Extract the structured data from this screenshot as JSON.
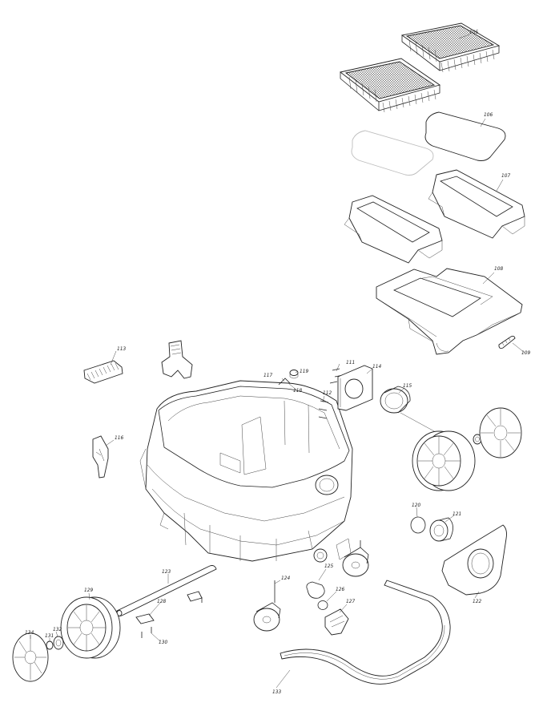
{
  "diagram": {
    "parts": [
      {
        "id": "p105",
        "label": "105"
      },
      {
        "id": "p106",
        "label": "106"
      },
      {
        "id": "p107",
        "label": "107"
      },
      {
        "id": "p108",
        "label": "108"
      },
      {
        "id": "p109",
        "label": "109"
      },
      {
        "id": "p111",
        "label": "111"
      },
      {
        "id": "p112",
        "label": "112"
      },
      {
        "id": "p113",
        "label": "113"
      },
      {
        "id": "p114",
        "label": "114"
      },
      {
        "id": "p115",
        "label": "115"
      },
      {
        "id": "p116",
        "label": "116"
      },
      {
        "id": "p117",
        "label": "117"
      },
      {
        "id": "p118",
        "label": "118"
      },
      {
        "id": "p119",
        "label": "119"
      },
      {
        "id": "p120",
        "label": "120"
      },
      {
        "id": "p121",
        "label": "121"
      },
      {
        "id": "p122",
        "label": "122"
      },
      {
        "id": "p123",
        "label": "123"
      },
      {
        "id": "p124",
        "label": "124"
      },
      {
        "id": "p125",
        "label": "125"
      },
      {
        "id": "p126",
        "label": "126"
      },
      {
        "id": "p127",
        "label": "127"
      },
      {
        "id": "p128",
        "label": "128"
      },
      {
        "id": "p129",
        "label": "129"
      },
      {
        "id": "p130",
        "label": "130"
      },
      {
        "id": "p131",
        "label": "131"
      },
      {
        "id": "p132",
        "label": "132"
      },
      {
        "id": "p133",
        "label": "133"
      },
      {
        "id": "p134",
        "label": "134"
      }
    ]
  }
}
